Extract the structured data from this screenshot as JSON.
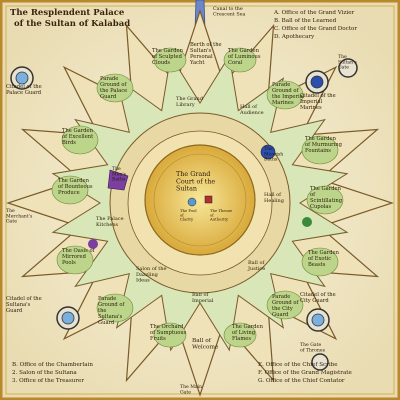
{
  "title": [
    "The Resplendent Palace",
    "of the Sultan of Kalabad"
  ],
  "legend_top": [
    "A. Office of the Grand Vizier",
    "B. Ball of the Learned",
    "C. Office of the Grand Doctor",
    "D. Apothecary"
  ],
  "legend_bottom_left": [
    "B. Office of the Chamberlain",
    "2. Salon of the Sultana",
    "3. Office of the Treasurer"
  ],
  "legend_bottom_right": [
    "E. Office of the Chief Scribe",
    "F. Office of the Grand Magistrate",
    "G. Office of the Chief Contator"
  ],
  "places": {
    "canal": "Canal to the Crescent Sea",
    "citadel_palace": "Citadel of the Palace Guard",
    "citadel_marines": "Citadel of the Imperial Marines",
    "citadel_sultanas": "Citadel of the Sultana's Guard",
    "citadel_city": "Citadel of the City Guard",
    "sultans_gate": "The Sultan's Gate",
    "merchants_gate": "The Merchant's Gate",
    "main_gate": "The Main Gate",
    "gate_of_thrones": "The Gate of Thrones",
    "sculpted_clouds": "The Garden of Sculpted Clouds",
    "berth": "Berth of the Sultan's Personal Yacht",
    "luminous_coral": "The Garden of Luminous Coral",
    "parade_palace": "Parade Ground of the Palace Guard",
    "parade_marines": "Parade Ground of the Imperial Marines",
    "excellent_birds": "The Garden of Excellent Birds",
    "murmuring_fountains": "The Garden of Murmuring Fountains",
    "bounteous_produce": "The Garden of Bounteous Produce",
    "scintillating_cupolas": "The Garden of Scintillating Cupolas",
    "mirrored_pools": "The Oasis of Mirrored Pools",
    "exotic_beasts": "The Garden of Exotic Beasts",
    "parade_sultanas": "Parade Ground of the Sultana's Guard",
    "parade_city": "Parade Ground of the City Guard",
    "sumptuous_fruits": "The Orchard of Sumptuous Fruits",
    "ball_welcome": "Ball of Welcome",
    "living_flames": "The Garden of Living Flames",
    "grand_court": "The Grand Court of the Sultan",
    "grand_library": "The Grand Library",
    "hall_of_audience": "Hall of Audience",
    "hall_of_healing": "Hall of Healing",
    "ball_of_justice": "Ball of Justice",
    "ball_of_imperial": "Ball of Imperial",
    "palace_kitchens": "The Palace Kitchens",
    "salon_dazzling": "Salon of the Dazzling Ideas",
    "throne": "The Throne of Authority",
    "pool": "The Pool of Clarity",
    "moorish_baths": "The Moorish Baths",
    "mens_baths": "The Men's Baths"
  },
  "colors": {
    "background": "#f3ecd2",
    "frame": "#b8892a",
    "star_fill": "#e8d9a4",
    "garden_green": "#bcd58a",
    "court_gold": "#e6c04a",
    "water_blue": "#2a4fb0",
    "accent_purple": "#7a3fa0",
    "text": "#2a1a0a"
  }
}
